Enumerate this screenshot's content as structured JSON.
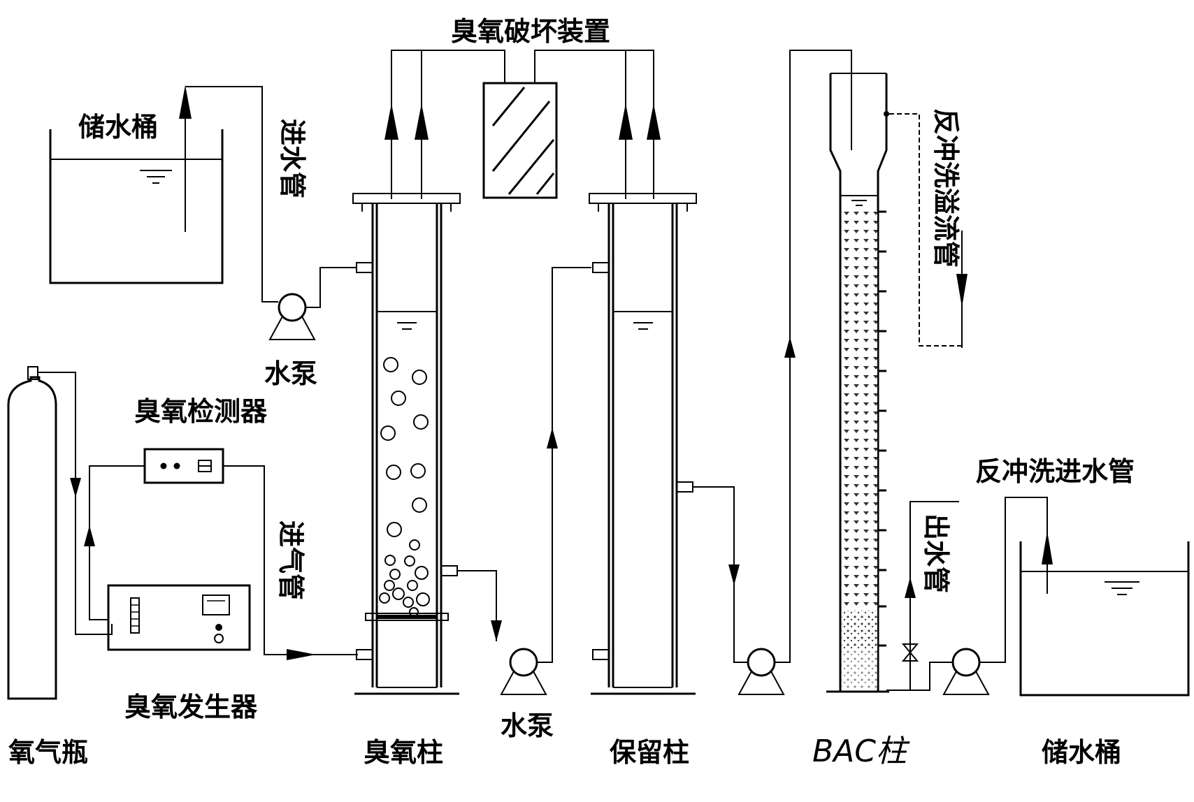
{
  "labels": {
    "storage_tank_left": "储水桶",
    "inlet_pipe": "进水管",
    "pump_1": "水泵",
    "ozone_detector": "臭氧检测器",
    "gas_inlet_pipe": "进气管",
    "ozone_generator": "臭氧发生器",
    "oxygen_cylinder": "氧气瓶",
    "ozone_destruction": "臭氧破坏装置",
    "ozone_column": "臭氧柱",
    "pump_2": "水泵",
    "retention_column": "保留柱",
    "bac_column": "BAC柱",
    "backwash_overflow_pipe": "反冲洗溢流管",
    "backwash_inlet_pipe": "反冲洗进水管",
    "outlet_pipe": "出水管",
    "storage_tank_right": "储水桶"
  }
}
